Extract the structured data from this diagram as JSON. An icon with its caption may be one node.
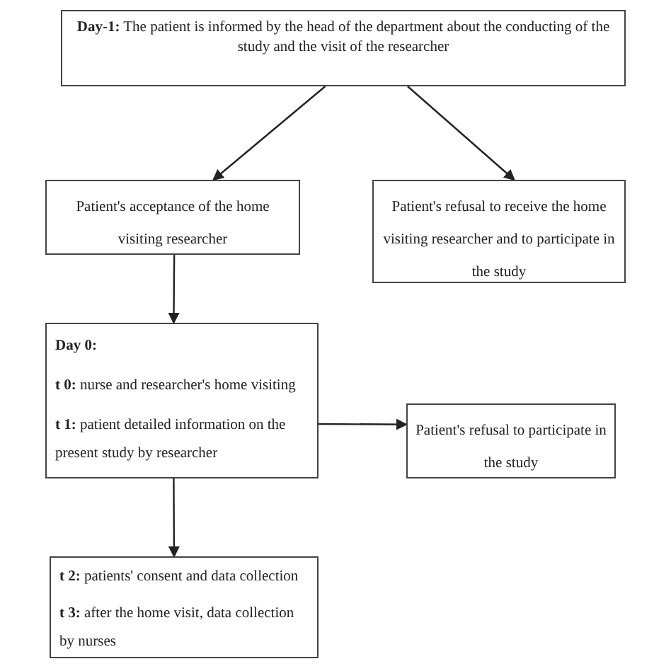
{
  "diagram": {
    "nodes": [
      {
        "text": [
          "**Day-1:** The patient is informed by the head of the department about the conducting of the study and the visit of the researcher"
        ]
      },
      {
        "text": [
          "Patient's acceptance of the home visiting researcher"
        ]
      },
      {
        "text": [
          "Patient's refusal to receive the home visiting researcher and to participate in the study"
        ]
      },
      {
        "text": [
          "Day 0:",
          "**t 0:** nurse and researcher's home visiting",
          "**t 1:** patient detailed information on the present study by researcher"
        ]
      },
      {
        "text": [
          "Patient's refusal to participate in the study"
        ]
      },
      {
        "text": [
          "**t 2:** patients' consent and data collection",
          "**t 3:** after the home visit, data collection by nurses"
        ]
      }
    ],
    "edges": [
      {
        "from": 0,
        "to": 1,
        "arrow": "to"
      },
      {
        "from": 0,
        "to": 2,
        "arrow": "to"
      },
      {
        "from": 1,
        "to": 3,
        "arrow": "to"
      },
      {
        "from": 3,
        "to": 4,
        "arrow": "to"
      },
      {
        "from": 3,
        "to": 5,
        "arrow": "to"
      }
    ]
  }
}
